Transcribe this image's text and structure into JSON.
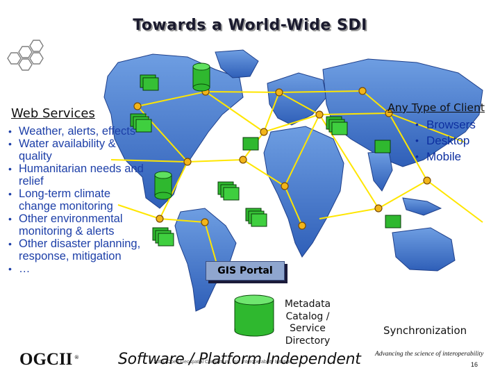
{
  "slide": {
    "title": "Towards a World-Wide SDI",
    "web_services": {
      "heading": "Web Services",
      "items": [
        "Weather, alerts, effects",
        "Water availability & quality",
        "Humanitarian needs and relief",
        "Long-term climate change monitoring",
        "Other environmental monitoring & alerts",
        "Other disaster planning, response, mitigation",
        "…"
      ]
    },
    "clients": {
      "heading": "Any Type of Client",
      "items": [
        "Browsers",
        "Desktop",
        "Mobile"
      ]
    },
    "gis_portal": "GIS Portal",
    "metadata_lines": [
      "Metadata",
      "Catalog /",
      "Service",
      "Directory"
    ],
    "synchronization": "Synchronization",
    "footer": {
      "logo": "OGCII",
      "logo_mark": "®",
      "tagline": "Software / Platform Independent",
      "fine_print": "© 2005, Open Geospatial Consortium, Inc. Interoperability Institute",
      "advancing": "Advancing the science of interoperability",
      "page": "16"
    },
    "colors": {
      "map": "#3f74c8",
      "map_light": "#6f9fe0",
      "server": "#2fb82f",
      "node": "#f2b51a",
      "link": "#ffe600",
      "bullet_text": "#1d3fa8"
    }
  }
}
